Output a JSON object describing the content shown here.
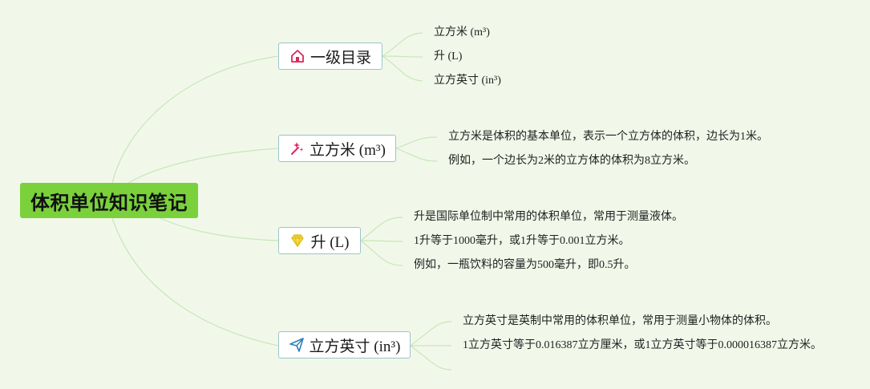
{
  "root": {
    "label": "体积单位知识笔记"
  },
  "branches": [
    {
      "label": "一级目录",
      "icon": "house-icon",
      "icon_color": "#d8285a",
      "leaves": [
        "立方米 (m³)",
        "升 (L)",
        "立方英寸 (in³)"
      ]
    },
    {
      "label": "立方米 (m³)",
      "icon": "magic-wand-sparkle-icon",
      "icon_color": "#e0245e",
      "leaves": [
        "立方米是体积的基本单位，表示一个立方体的体积，边长为1米。",
        "例如，一个边长为2米的立方体的体积为8立方米。"
      ]
    },
    {
      "label": "升 (L)",
      "icon": "diamond-icon",
      "icon_color": "#f2cf1a",
      "leaves": [
        "升是国际单位制中常用的体积单位，常用于测量液体。",
        "1升等于1000毫升，或1升等于0.001立方米。",
        "例如，一瓶饮料的容量为500毫升，即0.5升。"
      ]
    },
    {
      "label": "立方英寸 (in³)",
      "icon": "paper-plane-icon",
      "icon_color": "#2f7fb8",
      "leaves": [
        "立方英寸是英制中常用的体积单位，常用于测量小物体的体积。",
        "1立方英寸等于0.016387立方厘米，或1立方英寸等于0.000016387立方米。"
      ]
    }
  ],
  "colors": {
    "background": "#f1f8ea",
    "root_fill": "#7ad13c",
    "topic_border": "#9cc3c9",
    "connector": "#c9e6b7"
  }
}
